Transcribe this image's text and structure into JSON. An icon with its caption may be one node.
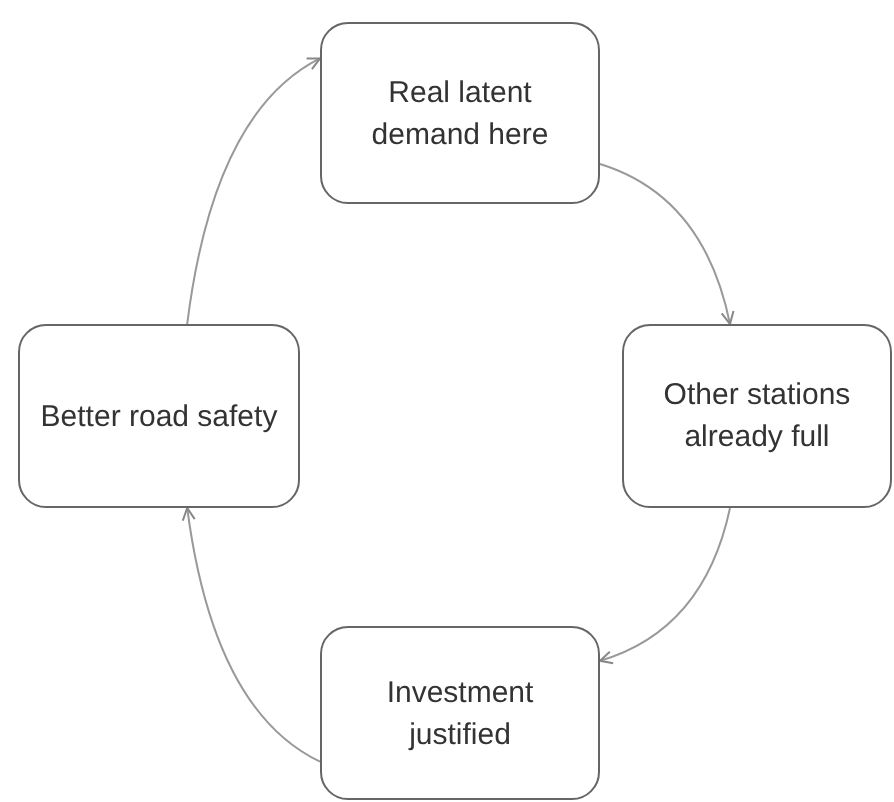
{
  "diagram": {
    "nodes": [
      {
        "text": [
          "Real latent demand here"
        ]
      },
      {
        "text": [
          "Other stations already full"
        ]
      },
      {
        "text": [
          "Investment justified"
        ]
      },
      {
        "text": [
          "Better road safety"
        ]
      }
    ],
    "edges": [
      {
        "from": 0,
        "to": 1,
        "arrow": "to"
      },
      {
        "from": 1,
        "to": 2,
        "arrow": "to"
      },
      {
        "from": 2,
        "to": 3,
        "arrow": "to"
      },
      {
        "from": 3,
        "to": 0,
        "arrow": "to"
      }
    ]
  }
}
